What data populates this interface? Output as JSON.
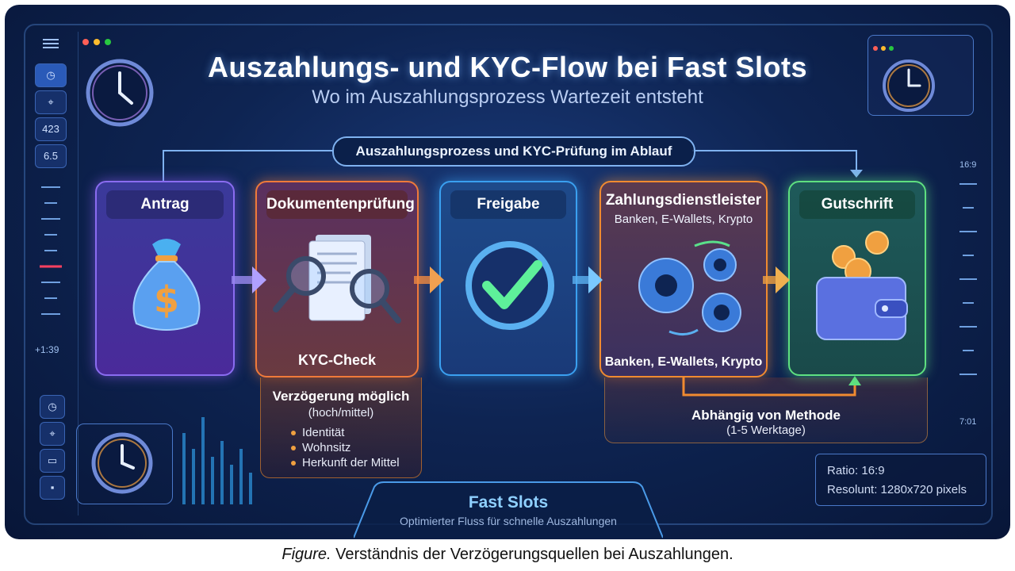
{
  "title": "Auszahlungs- und KYC-Flow bei Fast Slots",
  "subtitle": "Wo im Auszahlungsprozess Wartezeit entsteht",
  "banner": "Auszahlungsprozess und KYC-Prüfung im Ablauf",
  "steps": [
    {
      "label": "Antrag",
      "icon": "money-bag-icon"
    },
    {
      "label": "Dokumentenprüfung",
      "footer": "KYC-Check",
      "icon": "document-magnifier-icon"
    },
    {
      "label": "Freigabe",
      "icon": "checkmark-icon"
    },
    {
      "label": "Zahlungsdienstleister",
      "sublabel": "Banken, E-Wallets, Krypto",
      "footer": "Banken, E-Wallets, Krypto",
      "icon": "gears-icon"
    },
    {
      "label": "Gutschrift",
      "icon": "wallet-icon"
    }
  ],
  "delay": {
    "title": "Verzögerung möglich",
    "level": "(hoch/mittel)",
    "items": [
      "Identität",
      "Wohnsitz",
      "Herkunft der Mittel"
    ]
  },
  "method": {
    "title": "Abhängig von Methode",
    "detail": "(1-5 Werktage)"
  },
  "brand": {
    "name": "Fast Slots",
    "tagline": "Optimierter Fluss für schnelle Auszahlungen"
  },
  "info": {
    "ratio": "Ratio: 16:9",
    "resolution": "Resolunt: 1280x720 pixels"
  },
  "sidebar": {
    "items": [
      "423",
      "6.5"
    ],
    "time": "+1:39"
  },
  "right_rail": {
    "top": "16:9",
    "bottom": "7:01"
  },
  "caption": {
    "prefix": "Figure.",
    "text": " Verständnis der Verzögerungsquellen bei Auszahlungen."
  },
  "colors": {
    "antrag": "#8a5cf0",
    "dokument": "#f07a3a",
    "freigabe": "#3aa0f0",
    "zahlung": "#f08a30",
    "gutschrift": "#5ee080"
  }
}
